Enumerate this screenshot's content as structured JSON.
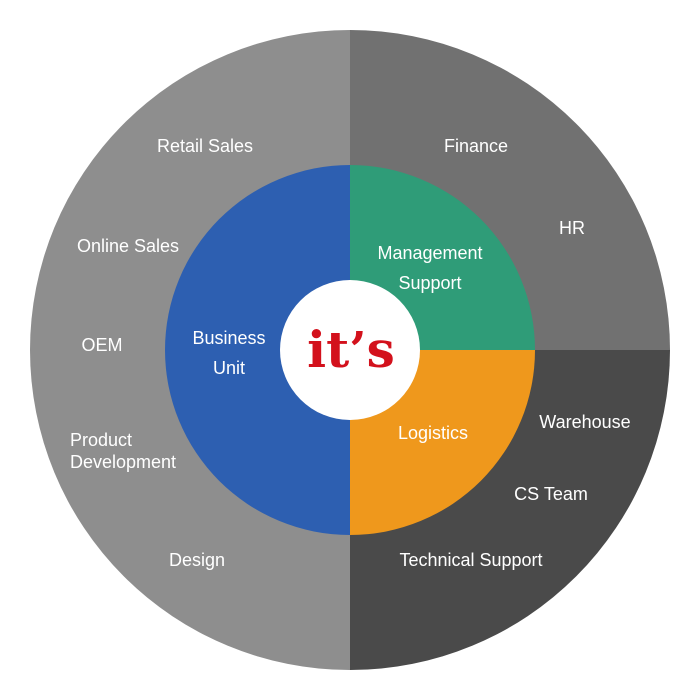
{
  "center": {
    "logo_text": "it’s",
    "logo_color": "#d3111c"
  },
  "inner": {
    "business_unit": [
      "Business",
      "Unit"
    ],
    "management_support": [
      "Management",
      "Support"
    ],
    "logistics": "Logistics"
  },
  "outer": {
    "business_unit": {
      "retail_sales": "Retail Sales",
      "online_sales": "Online Sales",
      "oem": "OEM",
      "product_development": [
        "Product",
        "Development"
      ],
      "design": "Design"
    },
    "management_support": {
      "finance": "Finance",
      "hr": "HR"
    },
    "logistics": {
      "warehouse": "Warehouse",
      "cs_team": "CS Team",
      "technical_support": "Technical Support"
    }
  },
  "colors": {
    "outer_business": "#8e8e8e",
    "outer_management": "#717171",
    "outer_logistics": "#4a4a4a",
    "inner_business": "#2d5fb1",
    "inner_management": "#2f9c78",
    "inner_logistics": "#ef981c",
    "center": "#ffffff",
    "text": "#ffffff"
  }
}
